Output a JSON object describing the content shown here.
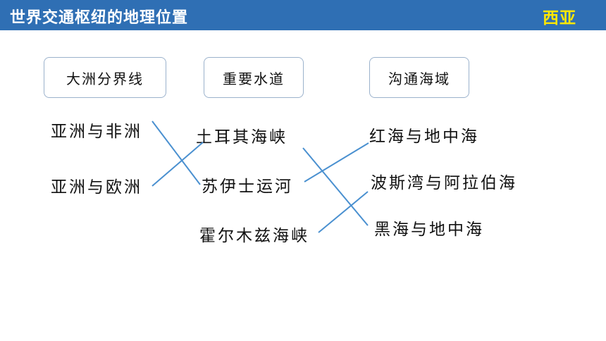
{
  "header": {
    "title": "世界交通枢纽的地理位置",
    "region": "西亚"
  },
  "categories": [
    "大洲分界线",
    "重要水道",
    "沟通海域"
  ],
  "boundaries": [
    "亚洲与非洲",
    "亚洲与欧洲"
  ],
  "waterways": [
    "土耳其海峡",
    "苏伊士运河",
    "霍尔木兹海峡"
  ],
  "seas": [
    "红海与地中海",
    "波斯湾与阿拉伯海",
    "黑海与地中海"
  ],
  "colors": {
    "header_bg": "#2f6fb4",
    "region_text": "#ffe800",
    "link_line": "#4a90d0"
  }
}
